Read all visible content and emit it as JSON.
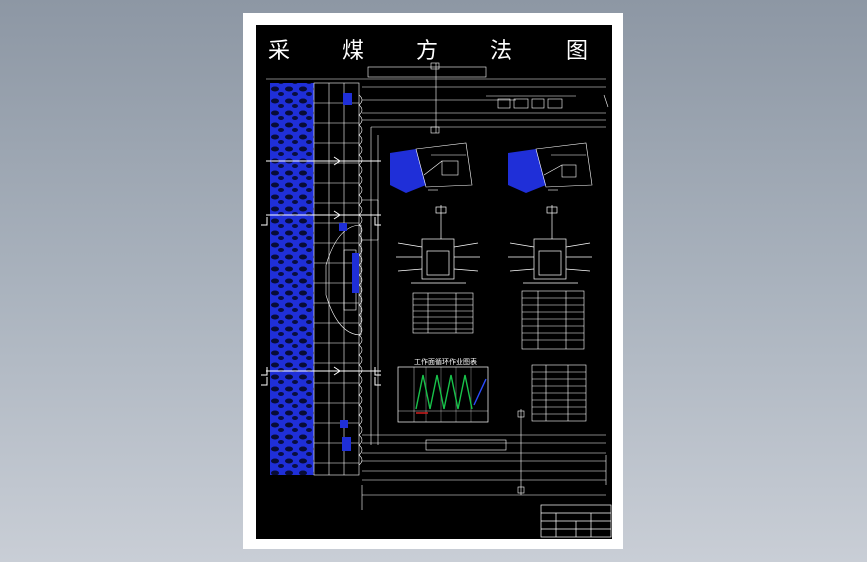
{
  "drawing": {
    "title_chars": [
      "采",
      "煤",
      "方",
      "法",
      "图"
    ],
    "chart_caption": "工作面循环作业图表",
    "colors": {
      "sheet": "#ffffff",
      "background": "#000000",
      "coal": "#1f2fd8",
      "lines": "#ffffff",
      "cycle_green": "#18c24a",
      "cycle_red": "#e02020",
      "cycle_blue": "#2a4bff"
    }
  }
}
